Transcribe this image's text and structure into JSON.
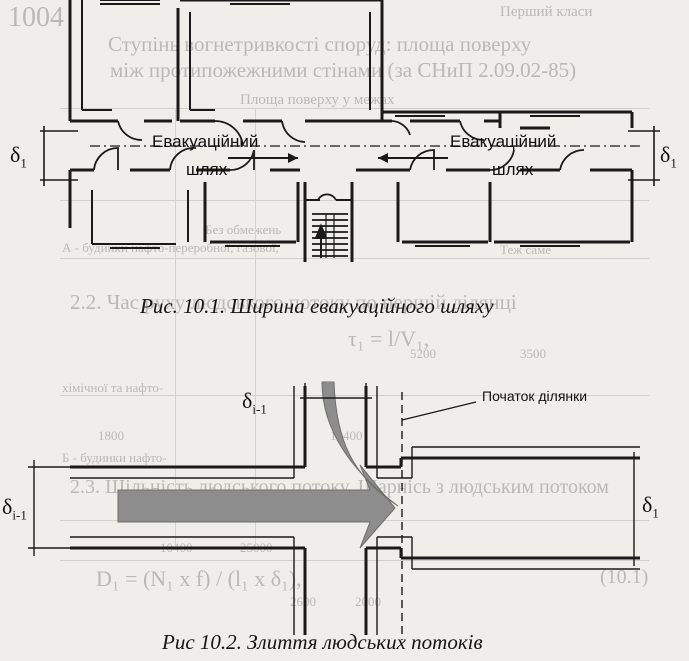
{
  "bleed": {
    "table_title_1": "Ступінь вогнетривкості споруд: площа поверху",
    "table_title_2": "між протипожежними стінами (за СНиП 2.09.02-85)",
    "header_right": "Перший класи",
    "heading_para": "Площа поверху у межах",
    "row_label_a": "А - будинки нафто-переробної, газової,",
    "row_label_b": "хімічної та нафто-",
    "row_label_c": "Б - будинки нафто-",
    "para_22": "2.2. Час руху людського потоку по першій ділянці",
    "formula_t": "τ₁ = l/V₁,",
    "formula_d": "D₁ = (N₁ x f) / (l₁ x δ₁),",
    "eq_num": "(10.1)",
    "para_23": "2.3. Щільність людського потоку. Шарнісь з людським потоком",
    "val_1": "5200",
    "val_2": "3500",
    "val_3": "10400",
    "val_4": "1800",
    "val_5": "25000",
    "val_6": "10400",
    "val_7": "2600",
    "val_8": "2000",
    "val_9": "Без обмежень",
    "val_10": "Теж саме",
    "page_corner": "1004"
  },
  "figure1": {
    "label_left_1": "Евакуаційний",
    "label_left_2": "шлях",
    "label_right_1": "Евакуаційний",
    "label_right_2": "шлях",
    "delta": "δ",
    "delta_sub": "1",
    "caption": "Рис. 10.1. Ширина евакуаційного шляху"
  },
  "figure2": {
    "delta_top": "δ",
    "delta_top_sub": "і-1",
    "delta_left": "δ",
    "delta_left_sub": "і-1",
    "delta_right": "δ",
    "delta_right_sub": "1",
    "start_label": "Початок ділянки",
    "caption": "Рис 10.2. Злиття людських потоків"
  }
}
